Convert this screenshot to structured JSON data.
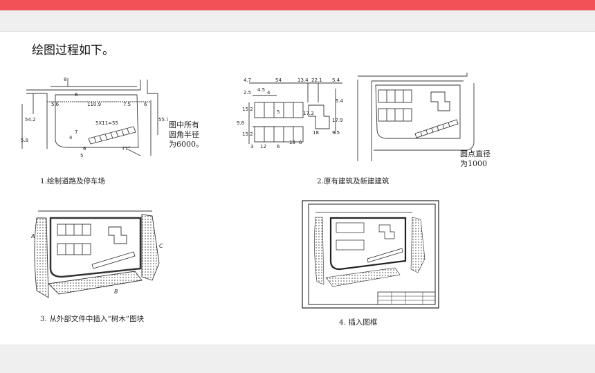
{
  "slide": {
    "title": "绘图过程如下。"
  },
  "figure1": {
    "caption": "1.绘制道路及停车场",
    "note": [
      "图中所有",
      "圆角半径",
      "为6000。"
    ],
    "dims": [
      "8",
      "6",
      "5.6",
      "110.9",
      "7.5",
      "6",
      "54.2",
      "55.7",
      "5.8",
      "5X11=55",
      "7",
      "4",
      "5",
      "77°",
      "6"
    ]
  },
  "figure2": {
    "caption": "2.原有建筑及新建建筑",
    "note": [
      "圆点直径",
      "为1000"
    ],
    "dims": [
      "4.7",
      "54",
      "13.4",
      "22.1",
      "5.4",
      "2.5",
      "4.5",
      "4",
      "5",
      "15.2",
      "15.2",
      "9.8",
      "17.3",
      "5.4",
      "17.9",
      "18",
      "9.5",
      "3",
      "12",
      "6",
      "18",
      "6"
    ]
  },
  "figure3": {
    "caption": "3. 从外部文件中插入“树木”图块",
    "labels": [
      "A",
      "B",
      "C"
    ]
  },
  "figure4": {
    "caption": "4. 插入图框"
  }
}
